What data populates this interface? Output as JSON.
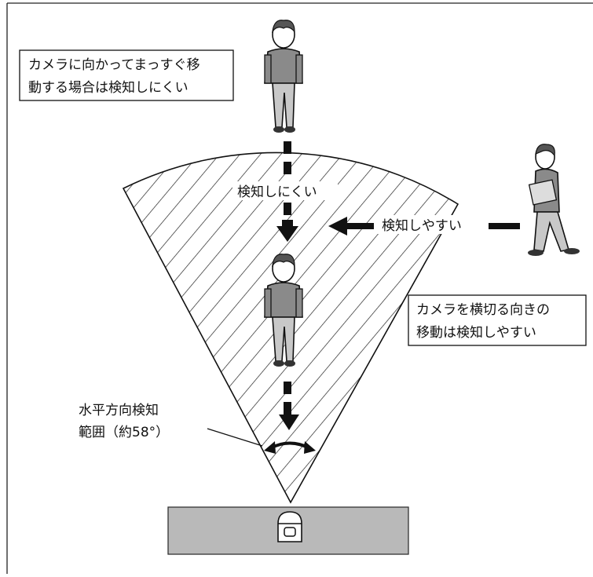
{
  "callouts": {
    "straight_approach": {
      "line1": "カメラに向かってまっすぐ移",
      "line2": "動する場合は検知しにくい"
    },
    "crossing": {
      "line1": "カメラを横切る向きの",
      "line2": "移動は検知しやすい"
    }
  },
  "labels": {
    "hard_to_detect": "検知しにくい",
    "easy_to_detect": "検知しやすい"
  },
  "detection_range": {
    "line1": "水平方向検知",
    "line2": "範囲（約58°）",
    "angle_degrees": 58
  },
  "colors": {
    "camera_base": "#b9b9b9",
    "person_shirt": "#8a8a8a",
    "person_pants": "#c8c8c8",
    "line": "#111111"
  },
  "icons": [
    "camera-icon",
    "person-icon",
    "arrow-icon",
    "double-arrow-icon"
  ]
}
